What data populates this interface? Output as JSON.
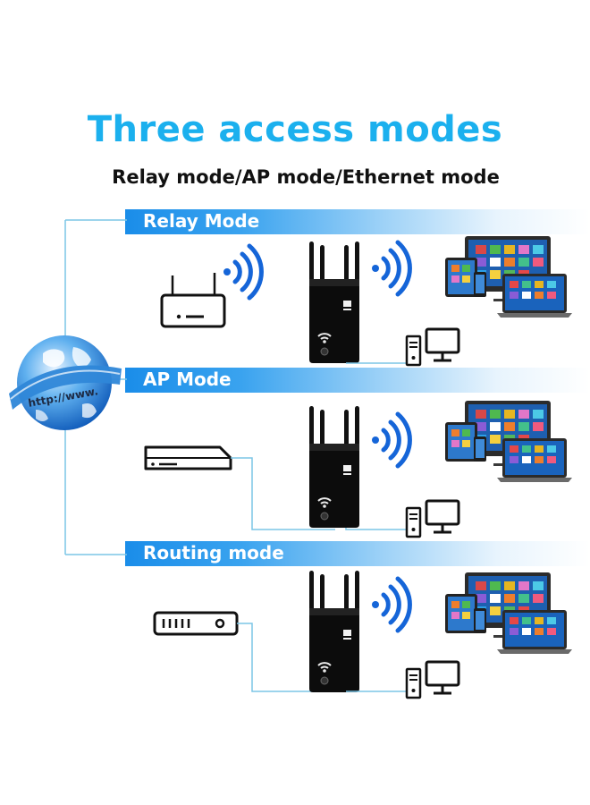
{
  "heading": {
    "title": "Three access modes",
    "subtitle": "Relay mode/AP mode/Ethernet mode"
  },
  "globe": {
    "label": "http://www."
  },
  "modes": [
    {
      "label": "Relay Mode"
    },
    {
      "label": "AP  Mode"
    },
    {
      "label": "Routing mode"
    }
  ],
  "colors": {
    "accent": "#1bb0ee",
    "band_start": "#1a8de9",
    "wifi": "#1565d8",
    "cable": "#7cc5e6",
    "device": "#111111"
  }
}
